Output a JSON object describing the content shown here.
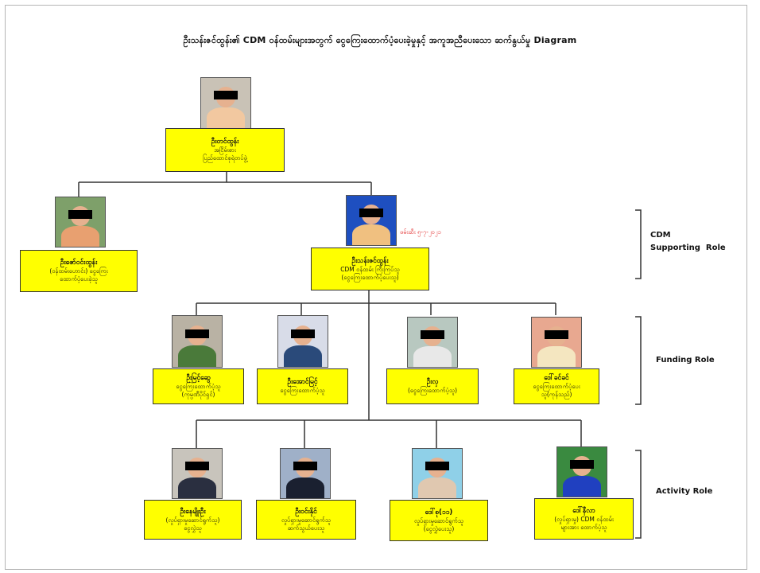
{
  "title": "ဦးသန်းဇင်ထွန်း၏ CDM ဝန်ထမ်းများအတွက် ငွေကြေးထောက်ပံ့ပေးခဲ့မှုနှင့် အကူအညီပေးသော ဆက်နွယ်မှု Diagram",
  "date_note": "ဖမ်းဆီး ၅-၇-၂၀၂၁",
  "roles": [
    {
      "label": "CDM\nSupporting Role"
    },
    {
      "label": "Funding Role"
    },
    {
      "label": "Activity Role"
    }
  ],
  "nodes": [
    {
      "id": "top",
      "name": "ဦးတင်ထွန်း",
      "lines": [
        "အငြိမ်းစား",
        "ပြည်ထောင်စုရဲတပ်ဖွဲ့"
      ],
      "photo_bg": "#c9c2b6",
      "shirt": "#f2c8a0"
    },
    {
      "id": "l2a",
      "name": "ဦးဇော်ဝင်းထွန်း",
      "lines": [
        "(ဝန်ထမ်းဟောင်း) ငွေကြေး",
        "ထောက်ပံ့ပေးခဲ့သူ"
      ],
      "photo_bg": "#7ea06a",
      "shirt": "#e8a070"
    },
    {
      "id": "l2b",
      "name": "ဦးသန်းဇင်ထွန်း",
      "lines": [
        "CDM ဝန်ထမ်း ကြီးကြပ်သူ",
        "(ငွေကြေးထောက်ပံ့ပေးသူ)"
      ],
      "photo_bg": "#1e4fc0",
      "shirt": "#f0c080"
    },
    {
      "id": "f1",
      "name": "ဦးမြင့်ဆွေ",
      "lines": [
        "ငွေကြေးထောက်ပံ့သူ",
        "(ကုမ္ပဏီပိုင်ရှင်)"
      ],
      "photo_bg": "#b9b2a4",
      "shirt": "#4a7a3a"
    },
    {
      "id": "f2",
      "name": "ဦးအောင်မြင့်",
      "lines": [
        "ငွေကြေးထောက်ပံ့သူ"
      ],
      "photo_bg": "#d8dce8",
      "shirt": "#2a4a7a"
    },
    {
      "id": "f3",
      "name": "ဦးလှ",
      "lines": [
        "(ငွေကြေးထောက်ပံ့သူ)"
      ],
      "photo_bg": "#b8c8c0",
      "shirt": "#e8e8e8"
    },
    {
      "id": "f4",
      "name": "ဒေါ်ခင်ခင်",
      "lines": [
        "ငွေကြေးထောက်ပံ့ပေး",
        "သူ(ကုန်သည်)"
      ],
      "photo_bg": "#e8a890",
      "shirt": "#f4e6c0"
    },
    {
      "id": "a1",
      "name": "ဦးနေမျိုးဦး",
      "lines": [
        "(လှုပ်ရှားမှုဆောင်ရွက်သူ)",
        "ငွေလွှဲသူ"
      ],
      "photo_bg": "#c8c4bc",
      "shirt": "#2a2f40"
    },
    {
      "id": "a2",
      "name": "ဦးဝင်းနိုင်",
      "lines": [
        "လှုပ်ရှားမှုဆောင်ရွက်သူ",
        "ဆက်သွယ်ပေးသူ"
      ],
      "photo_bg": "#9fb0c8",
      "shirt": "#1a2030"
    },
    {
      "id": "a3",
      "name": "ဒေါ်စု(၁၁)",
      "lines": [
        "လှုပ်ရှားမှုဆောင်ရွက်သူ",
        "(ငွေလွှဲပေးသူ)"
      ],
      "photo_bg": "#8fd0e8",
      "shirt": "#e0c8b0"
    },
    {
      "id": "a4",
      "name": "ဒေါ်နီလာ",
      "lines": [
        "(လှုပ်ရှားမှု) CDM ဝန်ထမ်း",
        "များအား ထောက်ပံ့သူ"
      ],
      "photo_bg": "#3a8a40",
      "shirt": "#2040c0"
    }
  ]
}
